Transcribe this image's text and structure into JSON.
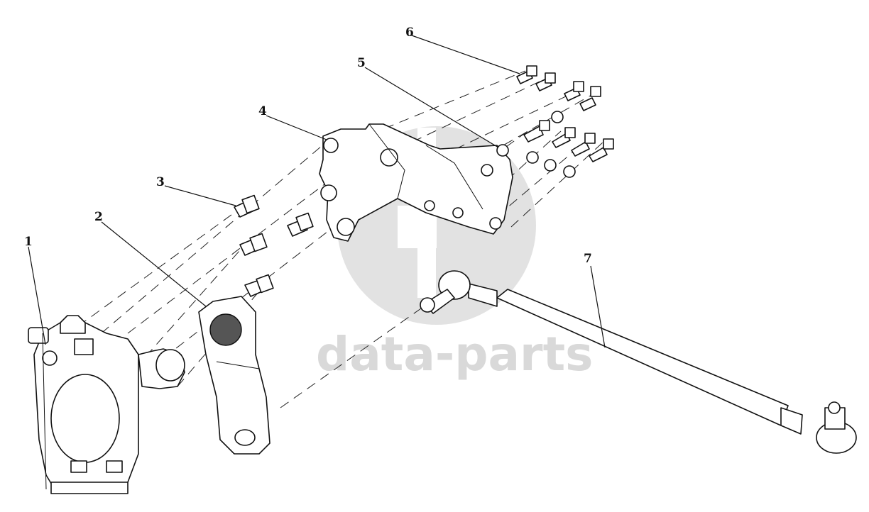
{
  "diagram": {
    "callouts": [
      {
        "id": "1",
        "label": "1"
      },
      {
        "id": "2",
        "label": "2"
      },
      {
        "id": "3",
        "label": "3"
      },
      {
        "id": "4",
        "label": "4"
      },
      {
        "id": "5",
        "label": "5"
      },
      {
        "id": "6",
        "label": "6"
      },
      {
        "id": "7",
        "label": "7"
      }
    ],
    "watermark": {
      "text": "data-parts",
      "color": "#d9d9d9"
    },
    "line_color": "#111111"
  }
}
